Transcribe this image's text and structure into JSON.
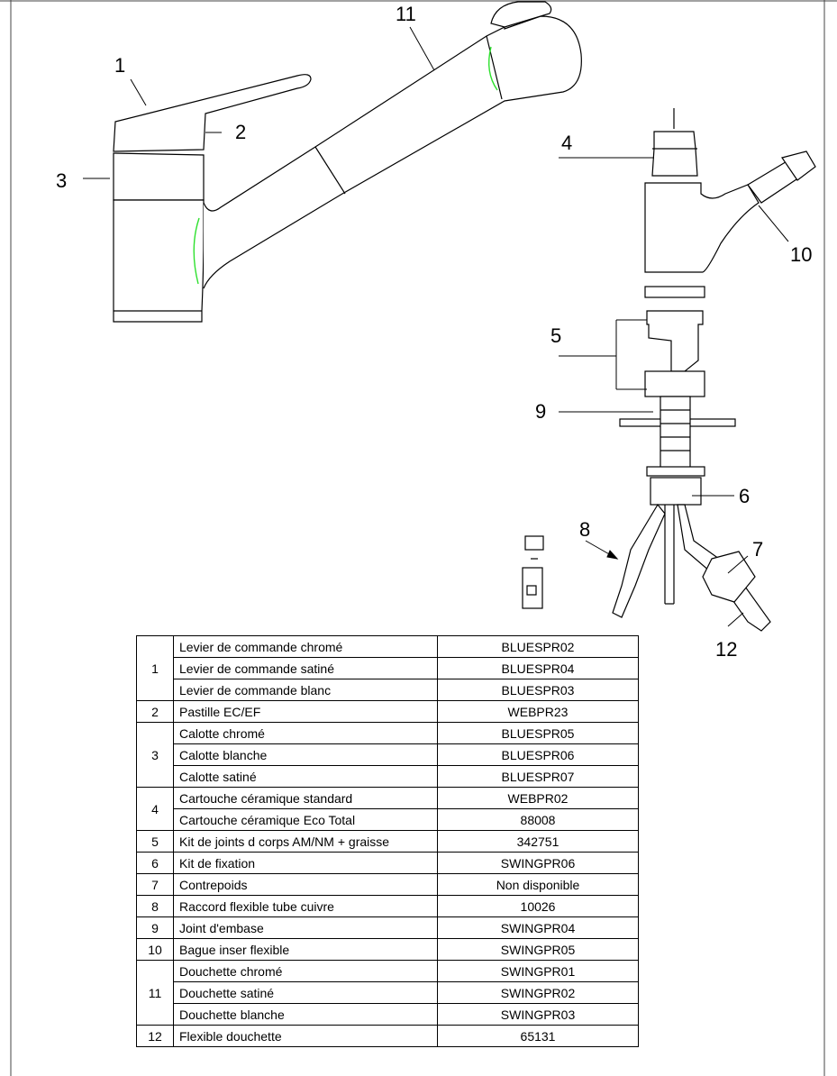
{
  "callouts": {
    "c1": "1",
    "c2": "2",
    "c3": "3",
    "c4": "4",
    "c5": "5",
    "c6": "6",
    "c7": "7",
    "c8": "8",
    "c9": "9",
    "c10": "10",
    "c11": "11",
    "c12": "12"
  },
  "table": {
    "groups": [
      {
        "num": "1",
        "rows": [
          {
            "desc": "Levier de commande chromé",
            "ref": "BLUESPR02"
          },
          {
            "desc": "Levier de commande satiné",
            "ref": "BLUESPR04"
          },
          {
            "desc": "Levier de commande blanc",
            "ref": "BLUESPR03"
          }
        ]
      },
      {
        "num": "2",
        "rows": [
          {
            "desc": "Pastille EC/EF",
            "ref": "WEBPR23"
          }
        ]
      },
      {
        "num": "3",
        "rows": [
          {
            "desc": "Calotte chromé",
            "ref": "BLUESPR05"
          },
          {
            "desc": "Calotte blanche",
            "ref": "BLUESPR06"
          },
          {
            "desc": "Calotte satiné",
            "ref": "BLUESPR07"
          }
        ]
      },
      {
        "num": "4",
        "rows": [
          {
            "desc": "Cartouche céramique standard",
            "ref": "WEBPR02"
          },
          {
            "desc": "Cartouche céramique Eco Total",
            "ref": "88008"
          }
        ]
      },
      {
        "num": "5",
        "rows": [
          {
            "desc": "Kit de joints d corps AM/NM + graisse",
            "ref": "342751"
          }
        ]
      },
      {
        "num": "6",
        "rows": [
          {
            "desc": "Kit de fixation",
            "ref": "SWINGPR06"
          }
        ]
      },
      {
        "num": "7",
        "rows": [
          {
            "desc": "Contrepoids",
            "ref": "Non disponible"
          }
        ]
      },
      {
        "num": "8",
        "rows": [
          {
            "desc": "Raccord flexible tube cuivre",
            "ref": "10026"
          }
        ]
      },
      {
        "num": "9",
        "rows": [
          {
            "desc": "Joint d'embase",
            "ref": "SWINGPR04"
          }
        ]
      },
      {
        "num": "10",
        "rows": [
          {
            "desc": "Bague inser flexible",
            "ref": "SWINGPR05"
          }
        ]
      },
      {
        "num": "11",
        "rows": [
          {
            "desc": "Douchette chromé",
            "ref": "SWINGPR01"
          },
          {
            "desc": "Douchette satiné",
            "ref": "SWINGPR02"
          },
          {
            "desc": "Douchette blanche",
            "ref": "SWINGPR03"
          }
        ]
      },
      {
        "num": "12",
        "rows": [
          {
            "desc": "Flexible douchette",
            "ref": "65131"
          }
        ]
      }
    ]
  }
}
